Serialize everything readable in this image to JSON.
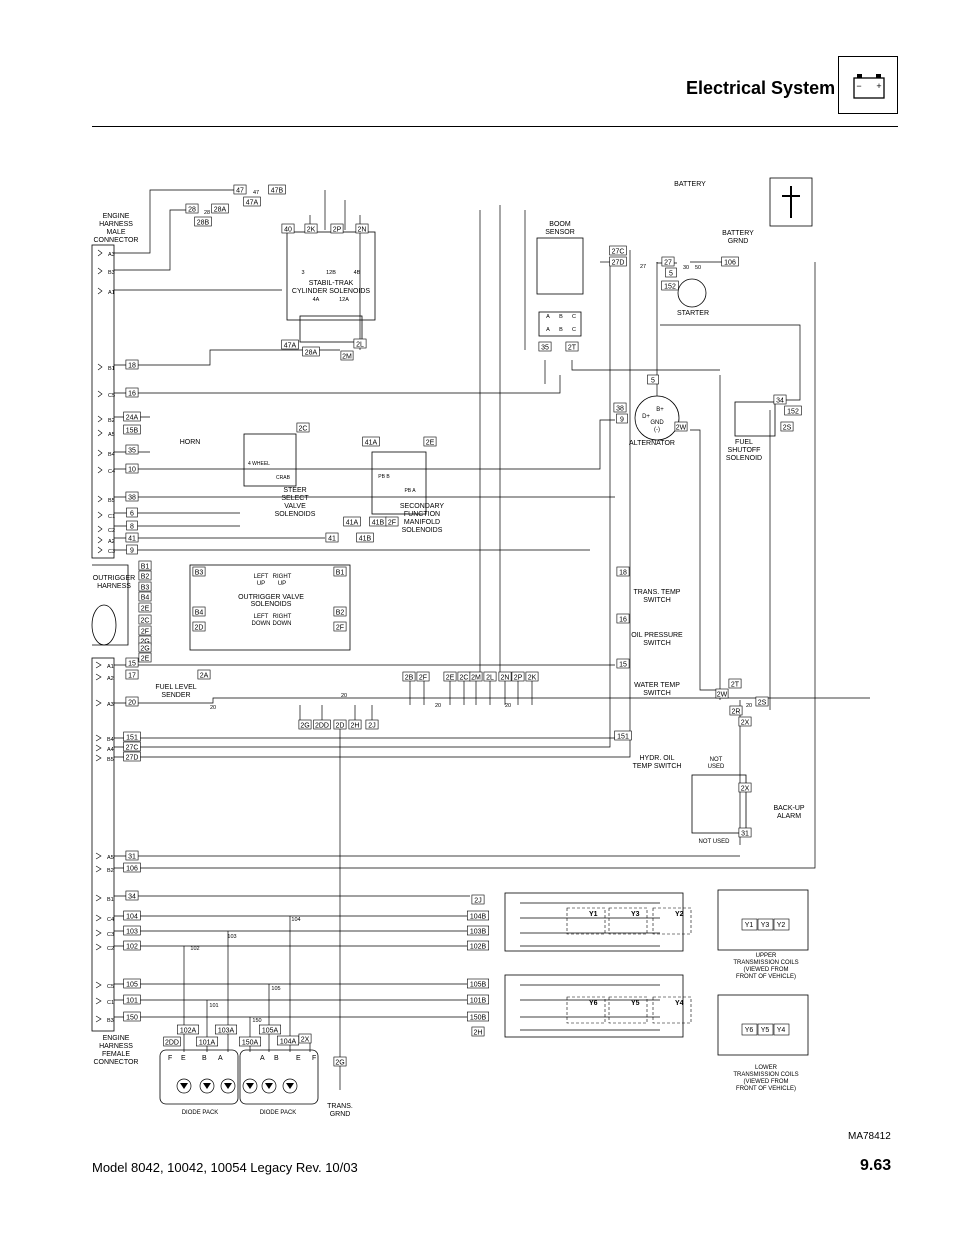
{
  "header": {
    "title": "Electrical System",
    "battery_icon_minus": "−",
    "battery_icon_plus": "+"
  },
  "footer": {
    "model": "Model 8042, 10042, 10054 Legacy    Rev. 10/03",
    "page": "9.63"
  },
  "diagram_id": "MA78412",
  "labels": {
    "engine_male_1": "ENGINE",
    "engine_male_2": "HARNESS",
    "engine_male_3": "MALE",
    "engine_male_4": "CONNECTOR",
    "engine_female_1": "ENGINE",
    "engine_female_2": "HARNESS",
    "engine_female_3": "FEMALE",
    "engine_female_4": "CONNECTOR",
    "boom_1": "BOOM",
    "boom_2": "SENSOR",
    "battery": "BATTERY",
    "battery_grnd_1": "BATTERY",
    "battery_grnd_2": "GRND",
    "starter": "STARTER",
    "stabil_1": "STABIL-TRAK",
    "stabil_2": "CYLINDER SOLENOIDS",
    "horn": "HORN",
    "alternator": "ALTERNATOR",
    "fuel_shutoff_1": "FUEL",
    "fuel_shutoff_2": "SHUTOFF",
    "fuel_shutoff_3": "SOLENOID",
    "steer_1": "STEER",
    "steer_2": "SELECT",
    "steer_3": "VALVE",
    "steer_4": "SOLENOIDS",
    "secondary_1": "SECONDARY",
    "secondary_2": "FUNCTION",
    "secondary_3": "MANIFOLD",
    "secondary_4": "SOLENOIDS",
    "outrigger_harness_1": "OUTRIGGER",
    "outrigger_harness_2": "HARNESS",
    "outrigger_valve_1": "OUTRIGGER VALVE",
    "outrigger_valve_2": "SOLENOIDS",
    "left_up_1": "LEFT",
    "left_up_2": "UP",
    "right_up_1": "RIGHT",
    "right_up_2": "UP",
    "left_down_1": "LEFT",
    "left_down_2": "DOWN",
    "right_down_1": "RIGHT",
    "right_down_2": "DOWN",
    "trans_temp_1": "TRANS. TEMP",
    "trans_temp_2": "SWITCH",
    "oil_pressure_1": "OIL PRESSURE",
    "oil_pressure_2": "SWITCH",
    "water_temp_1": "WATER TEMP",
    "water_temp_2": "SWITCH",
    "hydr_oil_1": "HYDR. OIL",
    "hydr_oil_2": "TEMP SWITCH",
    "fuel_level_1": "FUEL LEVEL",
    "fuel_level_2": "SENDER",
    "not_used_1": "NOT",
    "not_used_2": "USED",
    "not_used_bottom": "NOT USED",
    "backup_1": "BACK-UP",
    "backup_2": "ALARM",
    "upper_coils_1": "UPPER",
    "upper_coils_2": "TRANSMISSION COILS",
    "upper_coils_3": "(VIEWED FROM",
    "upper_coils_4": "FRONT OF VEHICLE)",
    "lower_coils_1": "LOWER",
    "lower_coils_2": "TRANSMISSION COILS",
    "lower_coils_3": "(VIEWED FROM",
    "lower_coils_4": "FRONT OF VEHICLE)",
    "diode_pack_1": "DIODE PACK",
    "diode_pack_2": "DIODE PACK",
    "trans_grnd_1": "TRANS.",
    "trans_grnd_2": "GRND",
    "wheel": "4 WHEEL",
    "crab": "CRAB",
    "pb_b": "PB B",
    "pb_a": "PB A",
    "gnd": "GND",
    "b_plus": "B+",
    "d_plus": "D+",
    "gnd_neg": "(-)"
  },
  "wire_tags": [
    "47",
    "47A",
    "47B",
    "28",
    "28A",
    "28B",
    "40",
    "2K",
    "2P",
    "2N",
    "47A",
    "28A",
    "2M",
    "2L",
    "18",
    "16",
    "24A",
    "15B",
    "35",
    "10",
    "38",
    "6",
    "8",
    "41",
    "9",
    "2C",
    "41A",
    "2E",
    "41A",
    "41B",
    "2F",
    "41",
    "41B",
    "27C",
    "27D",
    "27",
    "5",
    "152",
    "106",
    "35",
    "2T",
    "5",
    "38",
    "9",
    "2W",
    "34",
    "152",
    "2S",
    "B1",
    "B2",
    "B3",
    "B4",
    "2E",
    "2C",
    "2F",
    "2G",
    "B3",
    "B1",
    "B4",
    "B2",
    "2D",
    "2F",
    "2G",
    "2E",
    "15",
    "17",
    "2A",
    "20",
    "2B",
    "2F",
    "2E",
    "2C",
    "2M",
    "2L",
    "2N",
    "2P",
    "2K",
    "2G",
    "2DD",
    "2D",
    "2H",
    "2J",
    "151",
    "27C",
    "27D",
    "18",
    "16",
    "15",
    "151",
    "2T",
    "2W",
    "2S",
    "2R",
    "2X",
    "2X",
    "31",
    "31",
    "106",
    "34",
    "104",
    "103",
    "102",
    "2J",
    "104B",
    "103B",
    "102B",
    "105",
    "101",
    "150",
    "105B",
    "101B",
    "150B",
    "2H",
    "102A",
    "103A",
    "105A",
    "104A",
    "2X",
    "2DD",
    "101A",
    "150A",
    "2G"
  ],
  "connector_pins_male": [
    "A3",
    "B3",
    "A1",
    "B1",
    "C5",
    "B2",
    "A5",
    "B4",
    "C4",
    "B5",
    "C1",
    "C2",
    "A2",
    "C3"
  ],
  "connector_pins_female": [
    "A1",
    "A2",
    "A3",
    "B4",
    "A4",
    "B5",
    "A5",
    "B2",
    "B1",
    "C4",
    "C3",
    "C2",
    "C5",
    "C1",
    "B3"
  ],
  "coil_labels": [
    "Y1",
    "Y3",
    "Y2",
    "Y6",
    "Y5",
    "Y4"
  ],
  "diode_letters": [
    "F",
    "E",
    "B",
    "A",
    "A",
    "B",
    "E",
    "F"
  ],
  "switch_pins": [
    "A",
    "B",
    "C",
    "A",
    "B",
    "C"
  ],
  "misc_numbers": [
    "20",
    "20",
    "20",
    "20",
    "20",
    "47",
    "28",
    "27",
    "30",
    "50",
    "102",
    "103",
    "104",
    "105",
    "101",
    "150",
    "3",
    "12B",
    "4B",
    "4A",
    "12A"
  ]
}
